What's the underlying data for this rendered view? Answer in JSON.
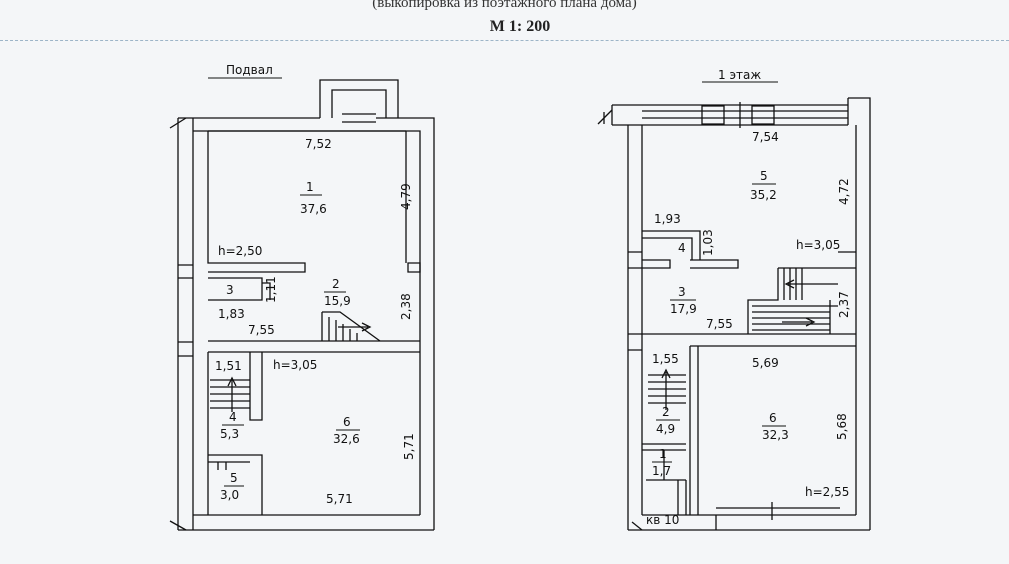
{
  "header": {
    "subtitle": "(выкопировка из поэтажного плана дома)",
    "scale": "М  1: 200"
  },
  "basement": {
    "title": "Подвал",
    "dims": {
      "top_width": "7,52",
      "right_upper": "4,79",
      "height_label": "h=2,50",
      "small_width": "1,83",
      "small_height": "1,11",
      "mid_width": "7,55",
      "right_mid": "2,38",
      "stair_width": "1,51",
      "height_label2": "h=3,05",
      "right_lower": "5,71",
      "bottom_width": "5,71"
    },
    "rooms": [
      {
        "num": "1",
        "area": "37,6"
      },
      {
        "num": "2",
        "area": "15,9"
      },
      {
        "num": "3",
        "area": ""
      },
      {
        "num": "4",
        "area": "5,3"
      },
      {
        "num": "5",
        "area": "3,0"
      },
      {
        "num": "6",
        "area": "32,6"
      }
    ]
  },
  "floor1": {
    "title": "1 этаж",
    "dims": {
      "top_width": "7,54",
      "right_upper": "4,72",
      "closet_width": "1,93",
      "closet_height": "1,03",
      "height_label": "h=3,05",
      "right_mid": "2,37",
      "mid_width": "7,55",
      "stair_width": "1,55",
      "lower_width": "5,69",
      "right_lower": "5,68",
      "height_label2": "h=2,55",
      "apt_label": "кв 10"
    },
    "rooms": [
      {
        "num": "1",
        "area": "1,7"
      },
      {
        "num": "2",
        "area": "4,9"
      },
      {
        "num": "3",
        "area": "17,9"
      },
      {
        "num": "4",
        "area": ""
      },
      {
        "num": "5",
        "area": "35,2"
      },
      {
        "num": "6",
        "area": "32,3"
      }
    ]
  }
}
